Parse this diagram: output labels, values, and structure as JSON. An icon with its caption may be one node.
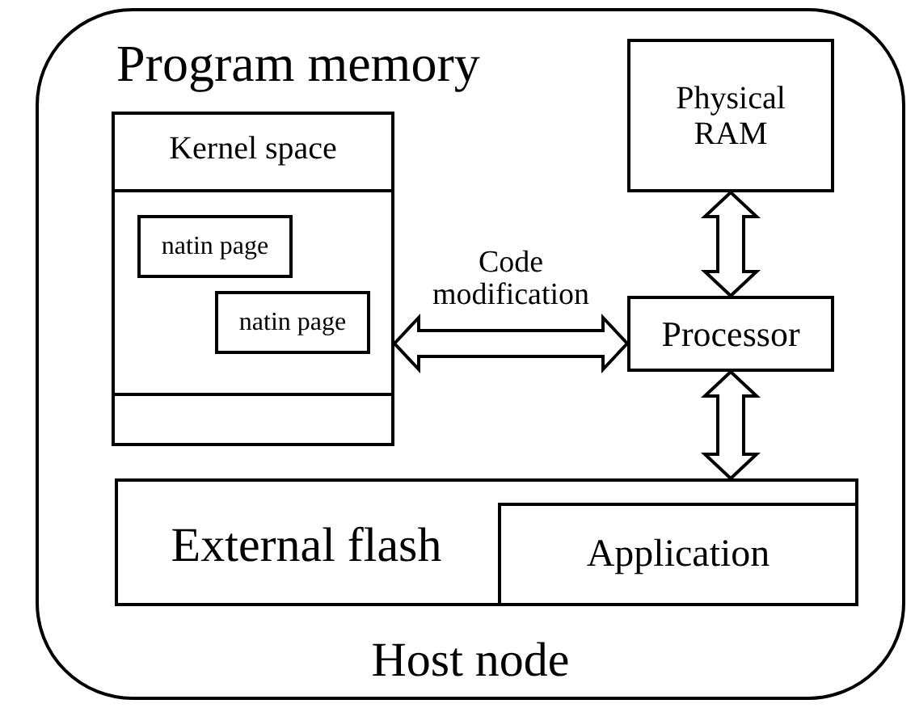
{
  "diagram": {
    "nodes": [
      {
        "text": [
          "Host node"
        ]
      },
      {
        "text": [
          "Kernel space"
        ],
        "in": 0
      },
      {
        "text": [
          "natin page"
        ],
        "in": 1
      },
      {
        "text": [
          "natin page"
        ],
        "in": 1
      },
      {
        "text": [
          "Physical RAM"
        ],
        "in": 0
      },
      {
        "text": [
          "Processor"
        ],
        "in": 0
      },
      {
        "text": [
          "External flash"
        ],
        "in": 0
      },
      {
        "text": [
          "Application"
        ],
        "in": 6
      }
    ],
    "edges": [
      {
        "from": 1,
        "to": 5,
        "arrow": "both",
        "label": "Code modification"
      },
      {
        "from": 4,
        "to": 5,
        "arrow": "both"
      },
      {
        "from": 5,
        "to": 6,
        "arrow": "both"
      }
    ],
    "labels": [
      "Program memory"
    ]
  }
}
